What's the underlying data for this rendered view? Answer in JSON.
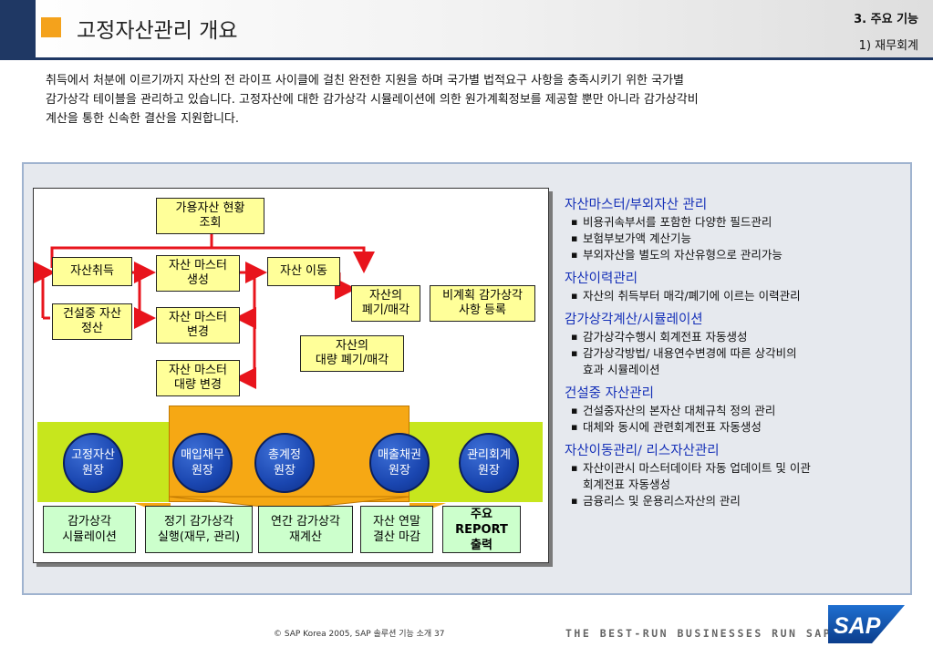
{
  "header": {
    "title": "고정자산관리 개요",
    "section": "3. 주요 기능",
    "subsection": "1) 재무회계"
  },
  "intro_lines": [
    "취득에서 처분에 이르기까지 자산의 전 라이프 사이클에 걸친 완전한 지원을 하며 국가별 법적요구 사항을 충족시키기 위한 국가별",
    "감가상각 테이블을 관리하고 있습니다. 고정자산에 대한 감가상각 시뮬레이션에 의한 원가계획정보를 제공할 뿐만 아니라 감가상각비",
    "계산을 통한 신속한 결산을 지원합니다."
  ],
  "diagram": {
    "process_boxes": {
      "asset_report": "가용자산 현황\n조회",
      "acquisition": "자산취득",
      "master_create": "자산 마스터\n생성",
      "transfer": "자산 이동",
      "construction_settle": "건설중 자산\n정산",
      "master_change": "자산 마스터\n변경",
      "retirement": "자산의\n폐기/매각",
      "non_plan_depr": "비계획 감가상각\n사항 등록",
      "mass_retirement": "자산의\n대량 폐기/매각",
      "mass_change": "자산 마스터\n대량 변경"
    },
    "ledgers": [
      "고정자산\n원장",
      "매입채무\n원장",
      "총계정\n원장",
      "매출채권\n원장",
      "관리회계\n원장"
    ],
    "outputs": [
      "감가상각\n시뮬레이션",
      "정기 감가상각\n실행(재무, 관리)",
      "연간 감가상각\n재계산",
      "자산 연말\n결산 마감",
      "주요\nREPORT\n출력"
    ],
    "colors": {
      "process_box": "#ffff99",
      "output_box": "#ccffcc",
      "arrow": "#e8141c",
      "ledger": "#1a46b0",
      "band": "#c7e61d",
      "block": "#f6a814"
    }
  },
  "features": [
    {
      "title": "자산마스터/부외자산 관리",
      "items": [
        "비용귀속부서를 포함한 다양한 필드관리",
        "보험부보가액 계산기능",
        "부외자산을 별도의 자산유형으로 관리가능"
      ]
    },
    {
      "title": "자산이력관리",
      "items": [
        "자산의 취득부터 매각/폐기에 이르는 이력관리"
      ]
    },
    {
      "title": "감가상각계산/시뮬레이션",
      "items": [
        "감가상각수행시 회계전표 자동생성",
        "감가상각방법/ 내용연수변경에 따른 상각비의\n효과 시뮬레이션"
      ]
    },
    {
      "title": "건설중 자산관리",
      "items": [
        "건설중자산의 본자산 대체규칙 정의 관리",
        "대체와 동시에 관련회계전표 자동생성"
      ]
    },
    {
      "title": "자산이동관리/ 리스자산관리",
      "items": [
        "자산이관시 마스터데이타 자동 업데이트 및 이관\n회계전표 자동생성",
        "금융리스 및 운용리스자산의 관리"
      ]
    }
  ],
  "footer": {
    "copyright": "©  SAP Korea 2005, SAP 솔루션 기능 소개   37",
    "tagline": "THE BEST-RUN BUSINESSES RUN SAP",
    "logo_text": "SAP"
  }
}
